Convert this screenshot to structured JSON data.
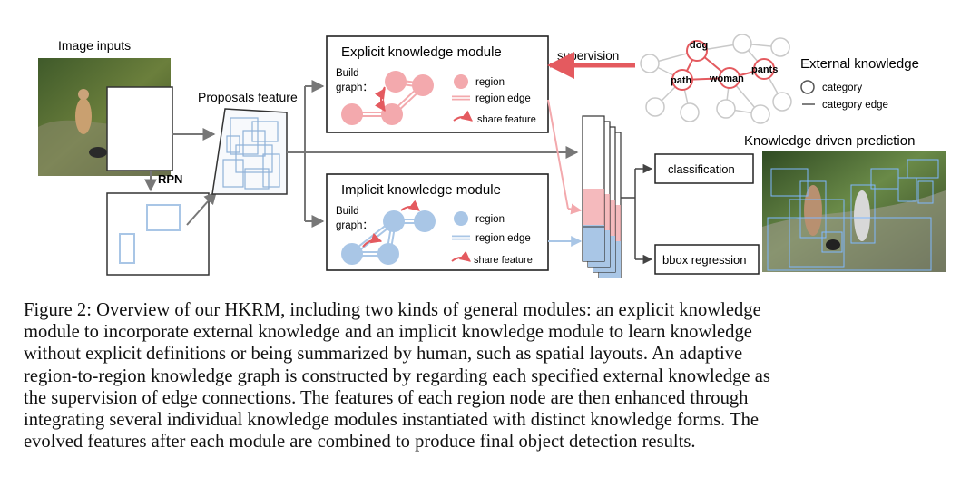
{
  "figure": {
    "image_inputs_label": "Image inputs",
    "rpn_label": "RPN",
    "proposals_label": "Proposals feature",
    "explicit": {
      "title": "Explicit knowledge module",
      "build_line1": "Build",
      "build_line2": "graph：",
      "legend_region": "region",
      "legend_edge": "region edge",
      "legend_share": "share feature"
    },
    "implicit": {
      "title": "Implicit knowledge module",
      "build_line1": "Build",
      "build_line2": "graph：",
      "legend_region": "region",
      "legend_edge": "region edge",
      "legend_share": "share feature"
    },
    "supervision_label": "supervision",
    "external": {
      "title": "External knowledge",
      "nodes": {
        "dog": "dog",
        "path": "path",
        "woman": "woman",
        "pants": "pants"
      },
      "legend_category": "category",
      "legend_edge": "category edge"
    },
    "classification_label": "classification",
    "bbox_label": "bbox regression",
    "prediction_label": "Knowledge driven prediction",
    "colors": {
      "explicit_pink": "#f3a9ad",
      "implicit_blue": "#a9c6e6",
      "supervision_red": "#e45a5f",
      "box_border": "#222222",
      "gray_arrow": "#777777"
    }
  },
  "caption": {
    "lines": [
      "Figure 2: Overview of our HKRM, including two kinds of general modules: an explicit knowledge",
      "module to incorporate external knowledge and an implicit knowledge module to learn knowledge",
      "without explicit definitions or being summarized by human, such as spatial layouts.  An adaptive",
      "region-to-region knowledge graph is constructed by regarding each specified external knowledge as",
      "the supervision of edge connections. The features of each region node are then enhanced through",
      "integrating several individual knowledge modules instantiated with distinct knowledge forms. The",
      "evolved features after each module are combined to produce final object detection results."
    ]
  }
}
